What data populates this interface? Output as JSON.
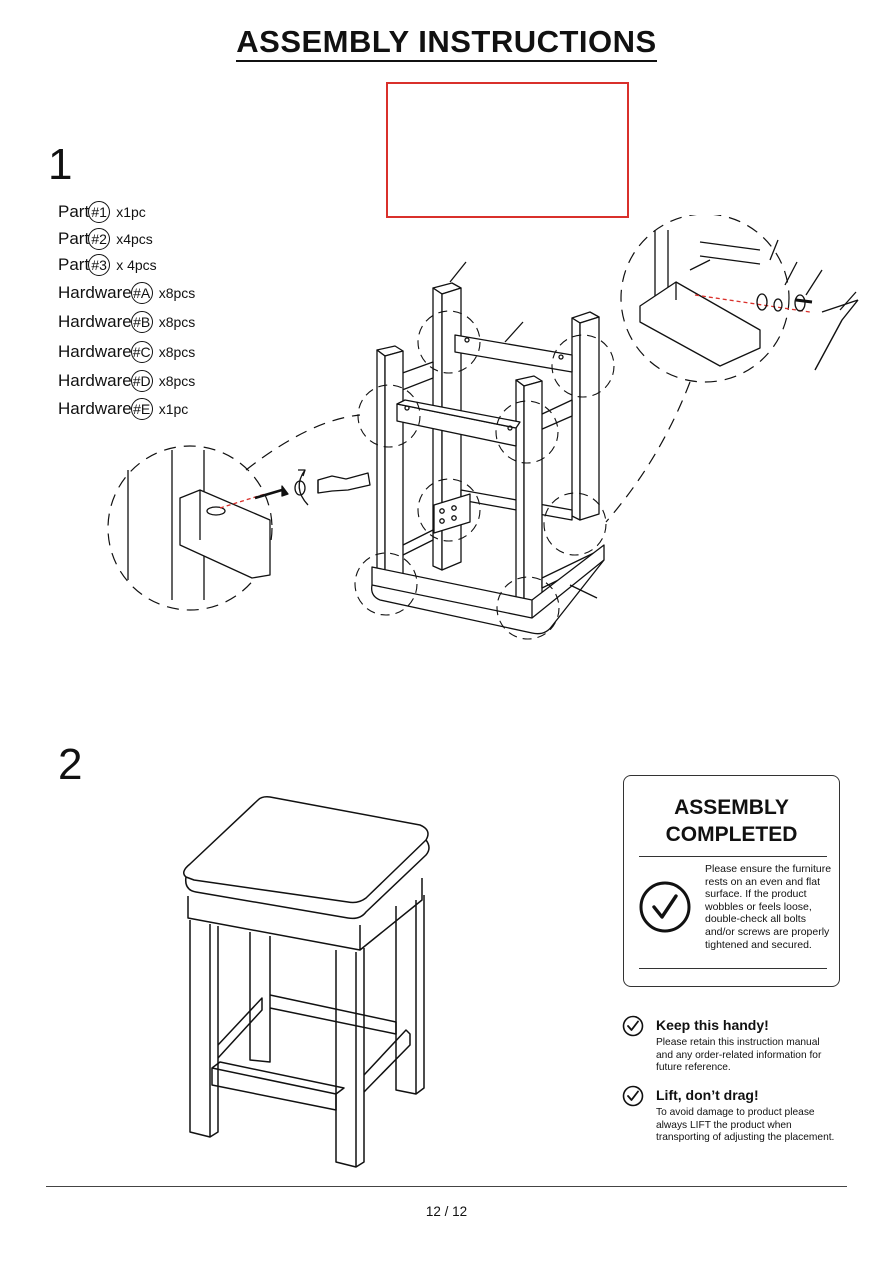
{
  "document": {
    "title": "ASSEMBLY INSTRUCTIONS",
    "page_number": "12 / 12"
  },
  "step1": {
    "number": "1",
    "parts": [
      {
        "label": "Part",
        "code": "#1",
        "qty": "x1pc"
      },
      {
        "label": "Part",
        "code": "#2",
        "qty": "x4pcs"
      },
      {
        "label": "Part",
        "code": "#3",
        "qty": "x 4pcs"
      },
      {
        "label": "Hardware",
        "code": "#A",
        "qty": "x8pcs"
      },
      {
        "label": "Hardware",
        "code": "#B",
        "qty": "x8pcs"
      },
      {
        "label": "Hardware",
        "code": "#C",
        "qty": "x8pcs"
      },
      {
        "label": "Hardware",
        "code": "#D",
        "qty": "x8pcs"
      },
      {
        "label": "Hardware",
        "code": "#E",
        "qty": "x1pc"
      }
    ]
  },
  "step2": {
    "number": "2"
  },
  "completed_card": {
    "title_line1": "ASSEMBLY",
    "title_line2": "COMPLETED",
    "icon": "check-circle-icon",
    "body": "Please ensure the furniture rests on an even and flat surface. If the product wobbles or feels loose, double-check all bolts and/or screws are properly tightened and secured."
  },
  "tips": [
    {
      "icon": "check-circle-icon",
      "title": "Keep this handy!",
      "body": "Please retain this instruction manual and any order-related information for future reference."
    },
    {
      "icon": "check-circle-icon",
      "title": "Lift, don’t drag!",
      "body": "To avoid damage to product please always LIFT the product when transporting of adjusting the placement."
    }
  ],
  "colors": {
    "highlight_box": "#d9302b",
    "ink": "#111111"
  }
}
